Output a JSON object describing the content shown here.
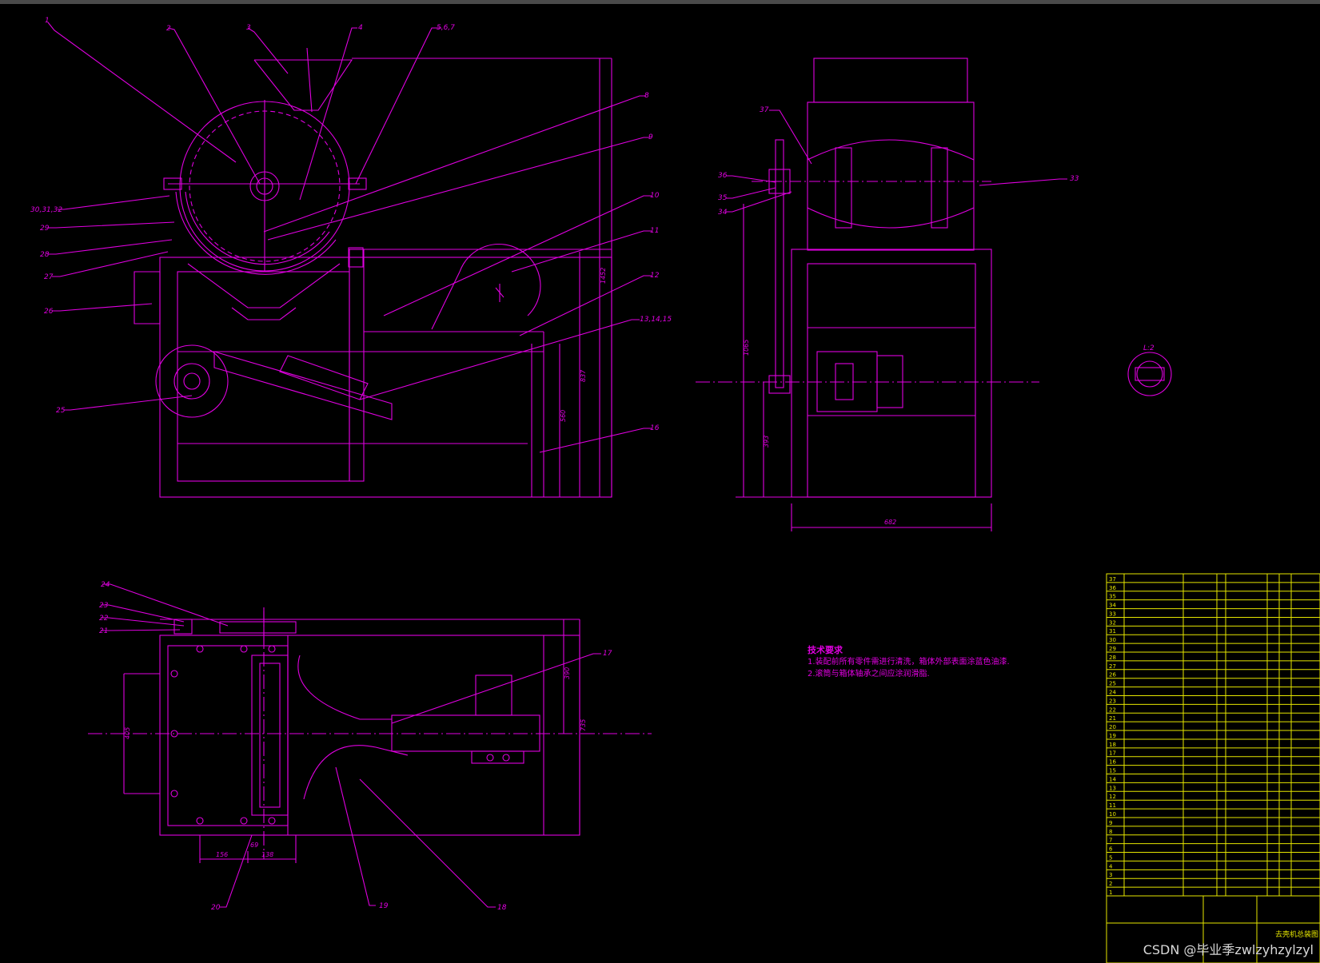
{
  "balloons": {
    "front": [
      "1",
      "2",
      "3",
      "4",
      "5,6,7",
      "8",
      "9",
      "10",
      "11",
      "12",
      "13,14,15",
      "16",
      "25",
      "26",
      "27",
      "28",
      "29",
      "30,31,32"
    ],
    "side": [
      "37",
      "36",
      "35",
      "34",
      "33"
    ],
    "top": [
      "24",
      "23",
      "22",
      "21",
      "17",
      "20",
      "19",
      "18"
    ]
  },
  "dimensions": {
    "front_1452": "1452",
    "front_837": "837",
    "front_560": "560",
    "side_1065": "1065",
    "side_393": "393",
    "side_682": "682",
    "top_390": "390",
    "top_735": "735",
    "top_405": "405",
    "top_156": "156",
    "top_69": "69",
    "top_138": "138"
  },
  "detail_label": "L:2",
  "tech_requirements": {
    "heading": "技术要求",
    "items": [
      "1.装配前所有零件需进行清洗，箱体外部表面涂蓝色油漆.",
      "2.滚筒与箱体轴承之间应涂润滑脂."
    ]
  },
  "title_block": {
    "rows": [
      "37",
      "36",
      "35",
      "34",
      "33",
      "32",
      "31",
      "30",
      "29",
      "28",
      "27",
      "26",
      "25",
      "24",
      "23",
      "22",
      "21",
      "20",
      "19",
      "18",
      "17",
      "16",
      "15",
      "14",
      "13",
      "12",
      "11",
      "10",
      "9",
      "8",
      "7",
      "6",
      "5",
      "4",
      "3",
      "2",
      "1"
    ],
    "title": "去壳机总装图"
  },
  "watermark": "CSDN @毕业季zwlzyhzylzyl",
  "colors": {
    "lines": "#e000e0",
    "frame": "#e6e600",
    "background": "#000000"
  }
}
